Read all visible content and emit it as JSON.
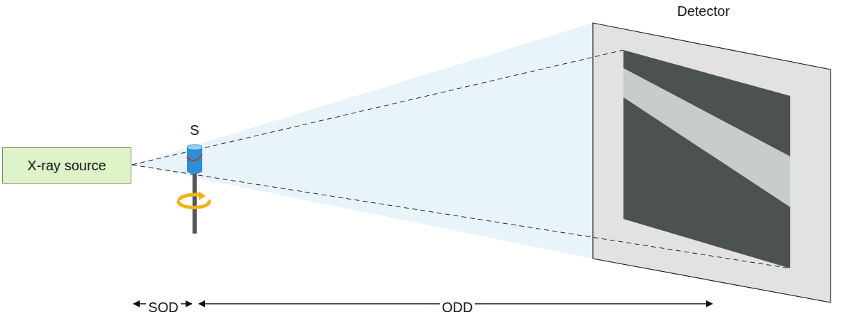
{
  "diagram": {
    "nodes": [
      {
        "text": [
          "X-ray source"
        ]
      }
    ],
    "labels": [
      "S",
      "Detector",
      "SOD",
      "ODD"
    ]
  }
}
